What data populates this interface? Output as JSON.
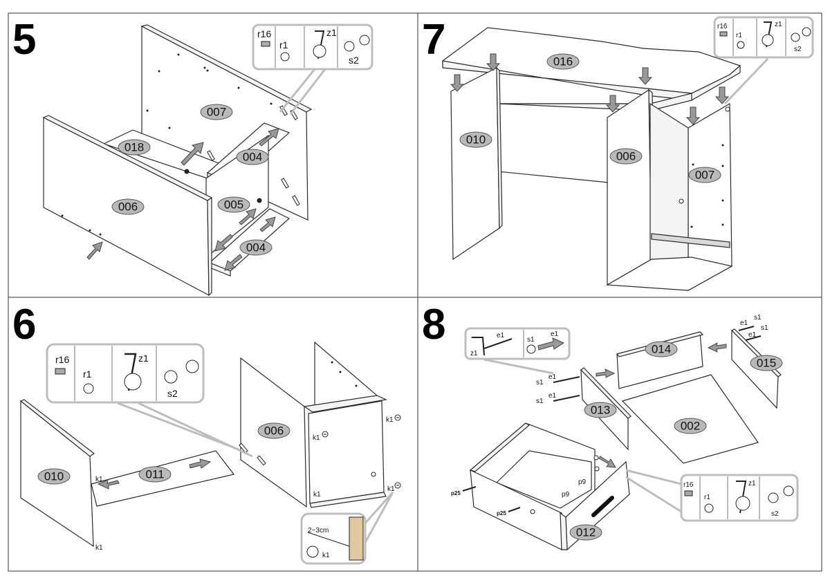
{
  "steps": [
    {
      "number": "5",
      "parts": [
        "007",
        "018",
        "004",
        "006",
        "005",
        "004"
      ],
      "hardware": [
        "r16",
        "r1",
        "z1",
        "s2"
      ]
    },
    {
      "number": "7",
      "parts": [
        "016",
        "010",
        "006",
        "007"
      ],
      "hardware": [
        "r16",
        "r1",
        "z1",
        "s2"
      ]
    },
    {
      "number": "6",
      "parts": [
        "010",
        "011",
        "006"
      ],
      "hardware": [
        "r16",
        "r1",
        "z1",
        "s2",
        "k1",
        "k1",
        "k1",
        "k1",
        "k1",
        "k1"
      ],
      "detail": {
        "spacing": "2~3cm",
        "part": "k1"
      }
    },
    {
      "number": "8",
      "parts": [
        "014",
        "015",
        "013",
        "002",
        "012"
      ],
      "hardware_top": [
        "e1",
        "z1",
        "s1",
        "e1"
      ],
      "hardware_side": [
        "s1",
        "e1",
        "s1",
        "e1",
        "e1",
        "s1",
        "e1",
        "s1"
      ],
      "hardware_bottom": [
        "p25",
        "p25",
        "p9",
        "p9"
      ],
      "hardware_callout": [
        "r16",
        "r1",
        "z1",
        "s2"
      ]
    }
  ],
  "colors": {
    "line": "#2a2a2a",
    "label_fill": "#b9b9b9",
    "arrow_fill": "#999999",
    "callout_border": "#bdbdbd"
  }
}
